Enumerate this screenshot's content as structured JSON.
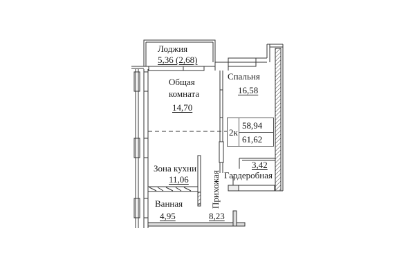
{
  "plan": {
    "type": "apartment-floor-plan",
    "rooms_count_label": "2к",
    "living_area": "58,94",
    "total_area": "61,62",
    "rooms": [
      {
        "name": "Лоджия",
        "area": "5,36 (2,68)"
      },
      {
        "name": "Общая комната",
        "name_line1": "Общая",
        "name_line2": "комната",
        "area": "14,70"
      },
      {
        "name": "Спальня",
        "area": "16,58"
      },
      {
        "name": "Зона кухни",
        "area": "11,06"
      },
      {
        "name": "Ванная",
        "area": "4,95"
      },
      {
        "name": "Прихожая",
        "area": "8,23"
      },
      {
        "name": "Гардеробная",
        "area": "3,42"
      }
    ]
  }
}
